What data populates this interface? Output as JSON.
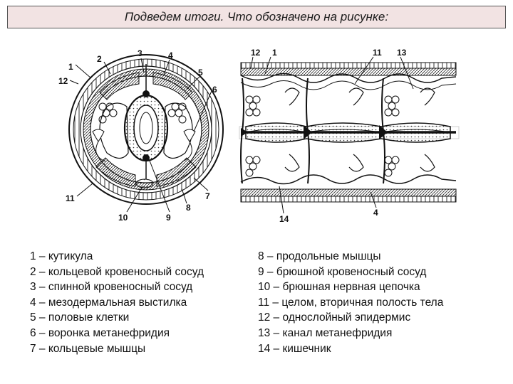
{
  "title": "Подведем итоги. Что обозначено на рисунке:",
  "cross_section_labels": {
    "n1": "1",
    "n2": "2",
    "n3": "3",
    "n4": "4",
    "n5": "5",
    "n6": "6",
    "n7": "7",
    "n8": "8",
    "n9": "9",
    "n10": "10",
    "n11": "11",
    "n12": "12"
  },
  "long_section_labels": {
    "n12": "12",
    "n1": "1",
    "n11": "11",
    "n13": "13",
    "n14": "14",
    "n4": "4"
  },
  "legend_left": [
    "1 – кутикула",
    "2 – кольцевой кровеносный сосуд",
    "3 – спинной кровеносный сосуд",
    "4 – мезодермальная выстилка",
    "5 – половые клетки",
    "6 – воронка метанефридия",
    "7 – кольцевые мышцы"
  ],
  "legend_right": [
    "8 – продольные мышцы",
    "9 – брюшной кровеносный сосуд",
    "10 – брюшная нервная цепочка",
    "11 – целом, вторичная полость тела",
    "12 – однослойный эпидермис",
    "13 – канал метанефридия",
    "14 – кишечник"
  ]
}
